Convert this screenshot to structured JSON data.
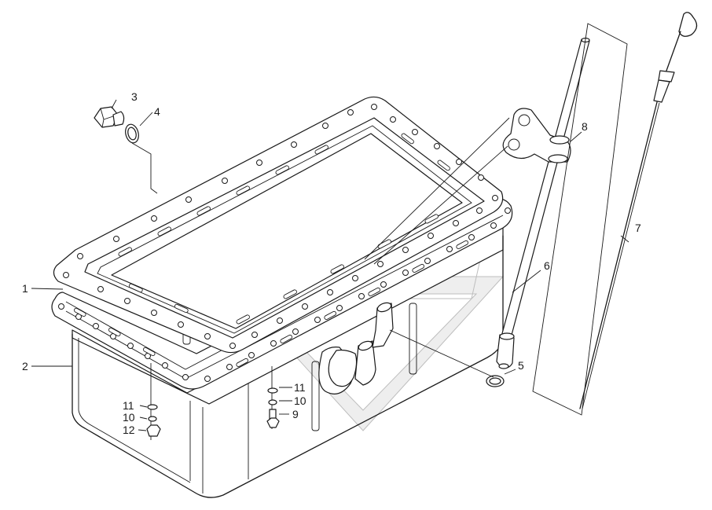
{
  "diagram": {
    "callouts": [
      {
        "id": "c1",
        "label": "1",
        "part": "oil-pan-gasket"
      },
      {
        "id": "c2",
        "label": "2",
        "part": "oil-pan"
      },
      {
        "id": "c3",
        "label": "3",
        "part": "drain-plug"
      },
      {
        "id": "c4",
        "label": "4",
        "part": "drain-plug-washer"
      },
      {
        "id": "c5",
        "label": "5",
        "part": "o-ring"
      },
      {
        "id": "c6",
        "label": "6",
        "part": "dipstick-guide-tube"
      },
      {
        "id": "c7",
        "label": "7",
        "part": "dipstick"
      },
      {
        "id": "c8",
        "label": "8",
        "part": "tube-bracket"
      },
      {
        "id": "c9",
        "label": "9",
        "part": "bolt"
      },
      {
        "id": "c10a",
        "label": "10",
        "part": "spring-washer"
      },
      {
        "id": "c11a",
        "label": "11",
        "part": "flat-washer"
      },
      {
        "id": "c10b",
        "label": "10",
        "part": "spring-washer"
      },
      {
        "id": "c11b",
        "label": "11",
        "part": "flat-washer"
      },
      {
        "id": "c12",
        "label": "12",
        "part": "nut"
      }
    ]
  }
}
